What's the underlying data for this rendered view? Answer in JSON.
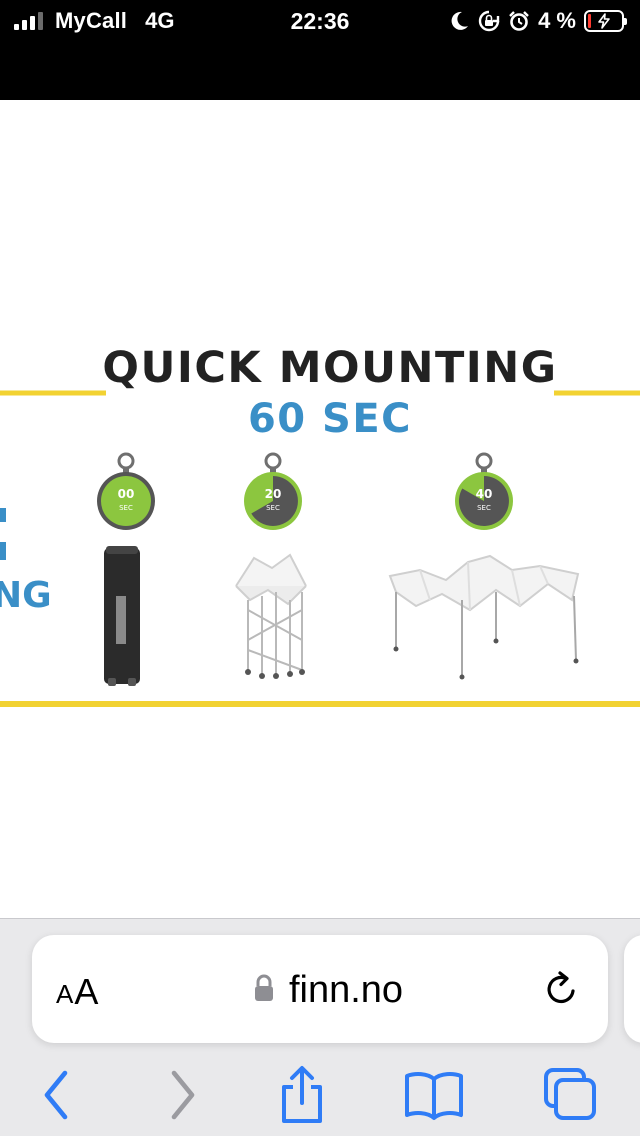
{
  "status_bar": {
    "carrier": "MyCall",
    "network": "4G",
    "time": "22:36",
    "battery_percent": "4 %",
    "battery_level": 0.04,
    "icons": [
      "signal-icon",
      "moon-icon",
      "orientation-lock-icon",
      "alarm-icon",
      "battery-icon",
      "charging-icon"
    ]
  },
  "content": {
    "heading": "QUICK MOUNTING",
    "subheading": "60 SEC",
    "side_text": "NG",
    "timers": [
      {
        "value": "00",
        "unit": "SEC"
      },
      {
        "value": "20",
        "unit": "SEC"
      },
      {
        "value": "40",
        "unit": "SEC"
      }
    ],
    "colors": {
      "heading": "#222222",
      "accent_blue": "#3a8fc7",
      "accent_yellow": "#f2d232",
      "timer_green": "#8cc63f",
      "timer_dark": "#555555"
    }
  },
  "toolbar": {
    "aa_label_small": "A",
    "aa_label_big": "A",
    "url": "finn.no",
    "icons": [
      "lock-icon",
      "reload-icon",
      "back-icon",
      "forward-icon",
      "share-icon",
      "bookmarks-icon",
      "tabs-icon"
    ],
    "accent": "#2f7cf6"
  }
}
